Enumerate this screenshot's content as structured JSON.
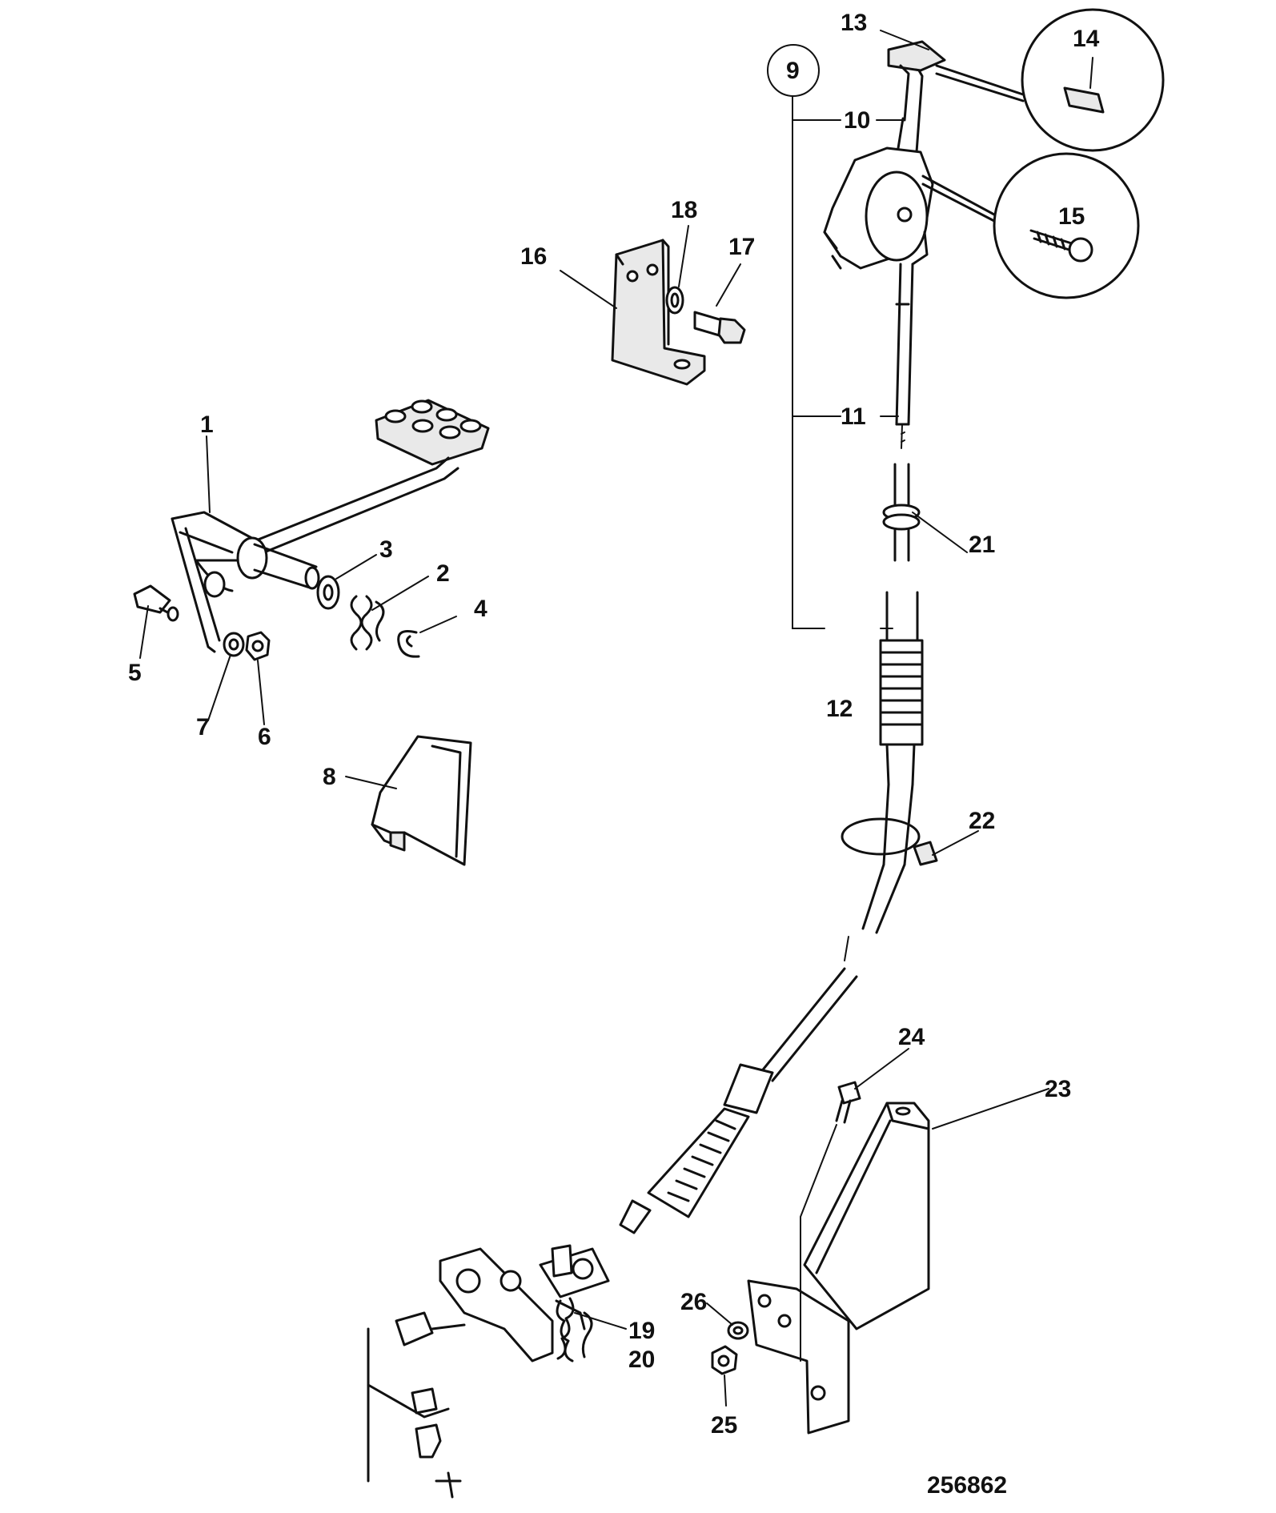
{
  "labels": [
    "1",
    "2",
    "3",
    "4",
    "5",
    "6",
    "7",
    "8",
    "9",
    "10",
    "11",
    "12",
    "13",
    "14",
    "15",
    "16",
    "17",
    "18",
    "19",
    "20",
    "21",
    "22",
    "23",
    "24",
    "25",
    "26"
  ],
  "drawing_number": "256862"
}
